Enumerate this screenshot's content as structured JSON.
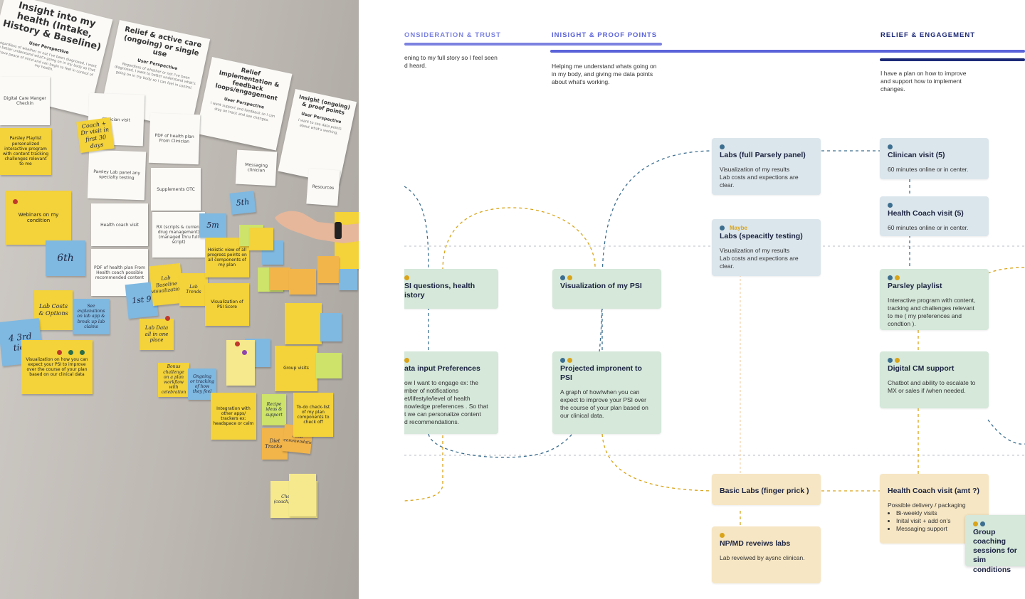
{
  "photo": {
    "papers": [
      {
        "title": "Insight into my health (Intake, History & Baseline)",
        "subtitle": "User Perspective",
        "body": "Regardless of whether or not I've been diagnosed, I want to better understand what's going on in my body so that I have peace of mind and can begin to feel in control of my health."
      },
      {
        "title": "Relief & active care (ongoing) or single use",
        "subtitle": "User Perspective",
        "body": "Regardless of whether or not I've been diagnosed, I want to better understand what's going on in my body so I can feel in control."
      },
      {
        "title": "Relief Implementation & feedback loops/engagement",
        "subtitle": "User Perspective",
        "body": "I want support and feedback so I can stay on track and see changes."
      },
      {
        "title": "Insight (ongoing) & proof points",
        "subtitle": "User Perspective",
        "body": "I want to see data points about what's working."
      }
    ],
    "cards": [
      "Digital Care Manger Checkin",
      "Clinician visit",
      "PDF of health plan From Clinician",
      "Parsley Lab panel any specialty testing",
      "Supplements OTC",
      "Messaging clinician",
      "Health coach visit",
      "RX (scripts & current drug management) (managed thru full script)",
      "PDF of health plan From Health coach possible recommended content",
      "Webinars on my condition",
      "Group visits",
      "Resources"
    ],
    "notes": [
      "Parsley Playlist personalized interactive program with content tracking challenges relevant to me",
      "Coach + Dr visit in first 30 days",
      "Webinars on my condition",
      "6th",
      "5th",
      "5m",
      "1st 9",
      "Lab Costs & Options",
      "See explanations on lab app & break up lab claims",
      "Lab Data all in one place",
      "Lab Baseline visualization",
      "Lab Trends",
      "4 3rd ties",
      "Visualization on how you can expect your PSI to improve over the course of your plan based on our clinical data",
      "Bonus challenge on a plan workflow with celebration",
      "Ongoing or tracking of how they feel",
      "Integration with other apps/ trackers ex: headspace or calm",
      "Recipe ideas & support",
      "Diet Tracker",
      "Food recommendation",
      "Check in w/ (coach) & Educate",
      "Holistic view of all progress points on all components of my plan",
      "Visualization of PSI Score",
      "Group visits",
      "To-do check-list of my plan components to check off"
    ]
  },
  "phases": [
    {
      "label": "ONSIDERATION & TRUST",
      "desc": "ening to my full story so I feel seen\nd heard.",
      "color": "#7b82e0"
    },
    {
      "label": "INISIGHT & PROOF POINTS",
      "desc": "Helping me understand whats going on\nin my body, and giving me data points\nabout  what's working.",
      "color": "#5b63d9"
    },
    {
      "label": "RELIEF & ENGAGEMENT",
      "desc": "I have a plan on how to improve\nand support how to implement\nchanges.",
      "color": "#1d2a78"
    }
  ],
  "boxes": {
    "labs_full": {
      "title": "Labs (full Parsely panel)",
      "desc": "Visualization of my results\nLab costs and expections are clear."
    },
    "labs_specialty": {
      "maybe": "Maybe",
      "title": "Labs (speacitly testing)",
      "desc": "Visualization of my results\nLab costs and expections are clear."
    },
    "clinician_visit": {
      "title": "Clinican visit (5)",
      "desc": "60 minutes online or in center."
    },
    "health_coach_visit": {
      "title": "Health Coach visit (5)",
      "desc": "60 minutes online or in center."
    },
    "psi_questions": {
      "title": "SI questions, health\nistory"
    },
    "visualization_psi": {
      "title": "Visualization of my PSI"
    },
    "parsley_playlist": {
      "title": "Parsley playlist",
      "desc": "Interactive program with content, tracking and challenges relevant to me ( my preferences and condtion )."
    },
    "data_input": {
      "title": "ata input Preferences",
      "desc": "ow I want to engage ex: the\nmber of notifications\net/lifestyle/level of health\nnowledge preferences . So that\nt we can personalize content\nd recommendations."
    },
    "projected": {
      "title": "Projected impronent to PSI",
      "desc": " A graph of how/when you can expect to improve your PSI over the course of your plan based on our clinical data."
    },
    "digital_cm": {
      "title": "Digital CM support",
      "desc": "Chatbot and ability to escalate to MX or sales if /when needed."
    },
    "basic_labs": {
      "title": "Basic Labs (finger prick )"
    },
    "np_md": {
      "title": "NP/MD reveiws labs",
      "desc": "Lab reveiwed by aysnc clinican."
    },
    "health_coach_amt": {
      "title": "Health Coach visit (amt ?)",
      "desc": "Possible delivery / packaging",
      "bullets": [
        "Bi-weekly visits",
        "Inital visit + add on's",
        "Messaging support"
      ]
    },
    "group_coaching": {
      "title": "Group coaching\nsessions for sim\nconditions"
    }
  }
}
